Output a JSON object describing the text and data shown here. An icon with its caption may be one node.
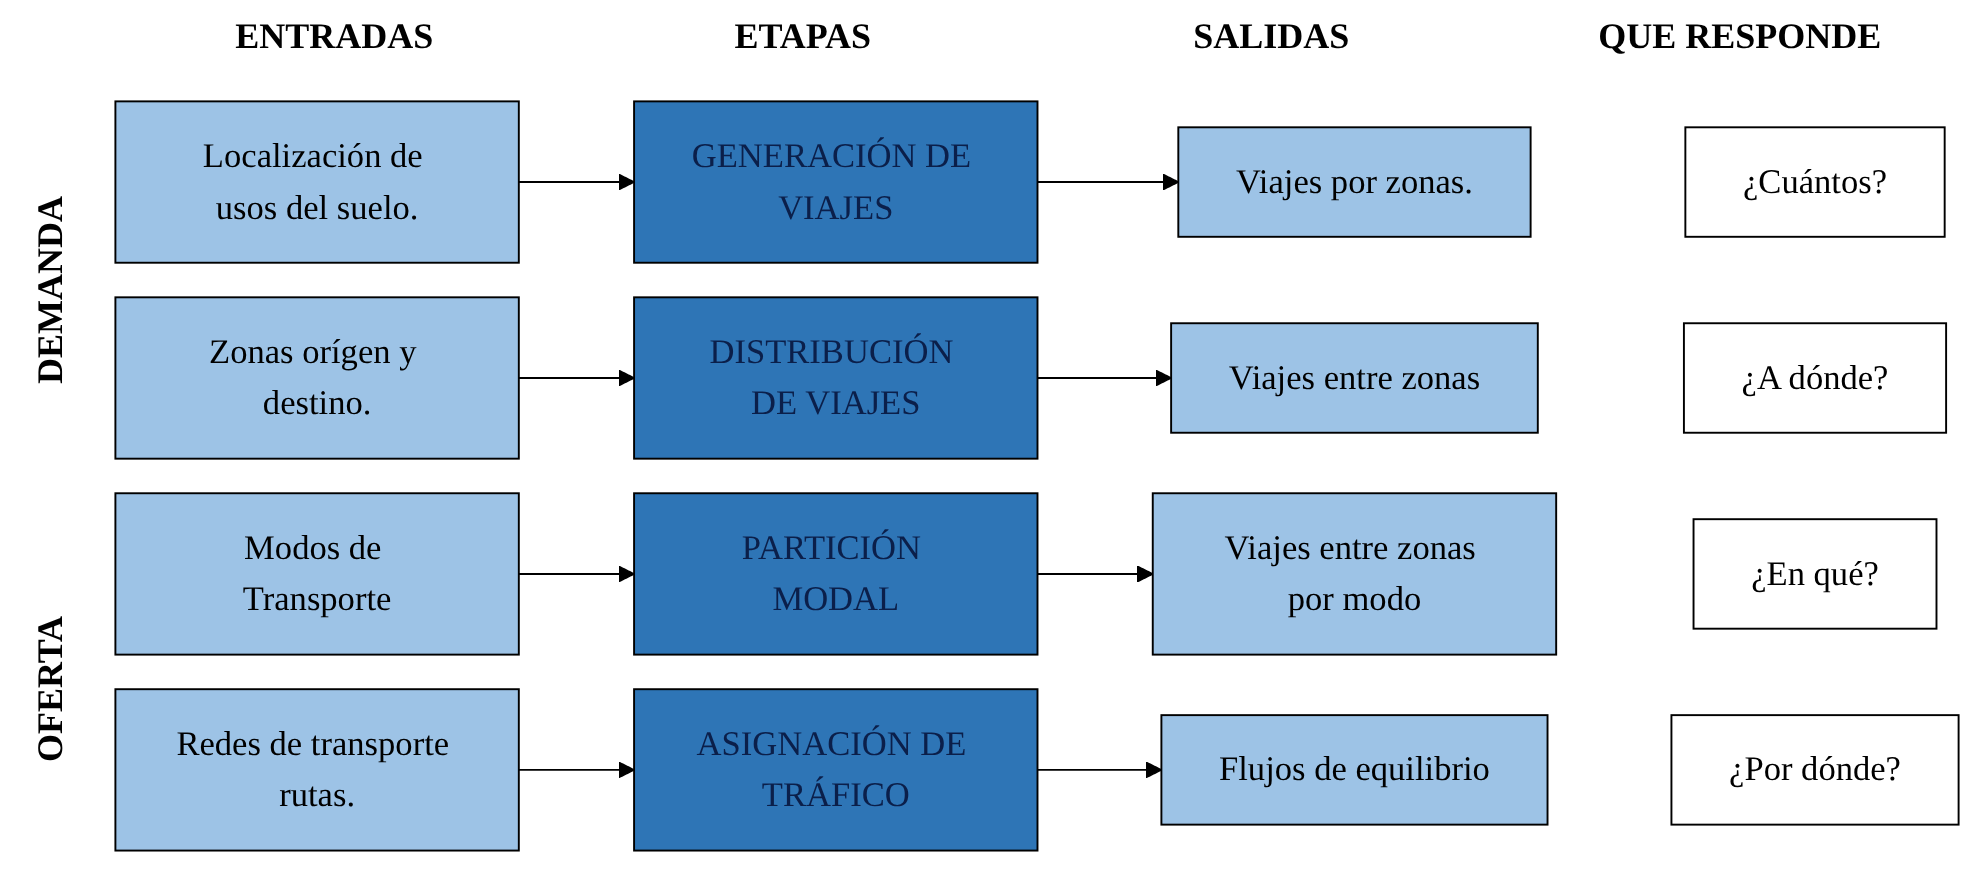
{
  "diagram": {
    "nodes": [
      {
        "text": [
          "Localización de usos del suelo."
        ]
      },
      {
        "text": [
          "GENERACIÓN DE VIAJES"
        ]
      },
      {
        "text": [
          "Viajes por zonas."
        ]
      },
      {
        "text": [
          "¿Cuántos?"
        ]
      },
      {
        "text": [
          "Zonas orígen y destino."
        ]
      },
      {
        "text": [
          "DISTRIBUCIÓN DE VIAJES"
        ]
      },
      {
        "text": [
          "Viajes entre zonas"
        ]
      },
      {
        "text": [
          "¿A dónde?"
        ]
      },
      {
        "text": [
          "Modos de Transporte"
        ]
      },
      {
        "text": [
          "PARTICIÓN MODAL"
        ]
      },
      {
        "text": [
          "Viajes entre zonas por modo"
        ]
      },
      {
        "text": [
          "¿En qué?"
        ]
      },
      {
        "text": [
          "Redes de transporte rutas."
        ]
      },
      {
        "text": [
          "ASIGNACIÓN DE TRÁFICO"
        ]
      },
      {
        "text": [
          "Flujos de equilibrio"
        ]
      },
      {
        "text": [
          "¿Por dónde?"
        ]
      }
    ],
    "edges": [
      {
        "from": 0,
        "to": 1,
        "arrow": "to"
      },
      {
        "from": 1,
        "to": 2,
        "arrow": "to"
      },
      {
        "from": 4,
        "to": 5,
        "arrow": "to"
      },
      {
        "from": 5,
        "to": 6,
        "arrow": "to"
      },
      {
        "from": 8,
        "to": 9,
        "arrow": "to"
      },
      {
        "from": 9,
        "to": 10,
        "arrow": "to"
      },
      {
        "from": 12,
        "to": 13,
        "arrow": "to"
      },
      {
        "from": 13,
        "to": 14,
        "arrow": "to"
      }
    ],
    "labels": [
      "ENTRADAS",
      "ETAPAS",
      "SALIDAS",
      "QUE RESPONDE",
      "DEMANDA",
      "OFERTA"
    ]
  }
}
